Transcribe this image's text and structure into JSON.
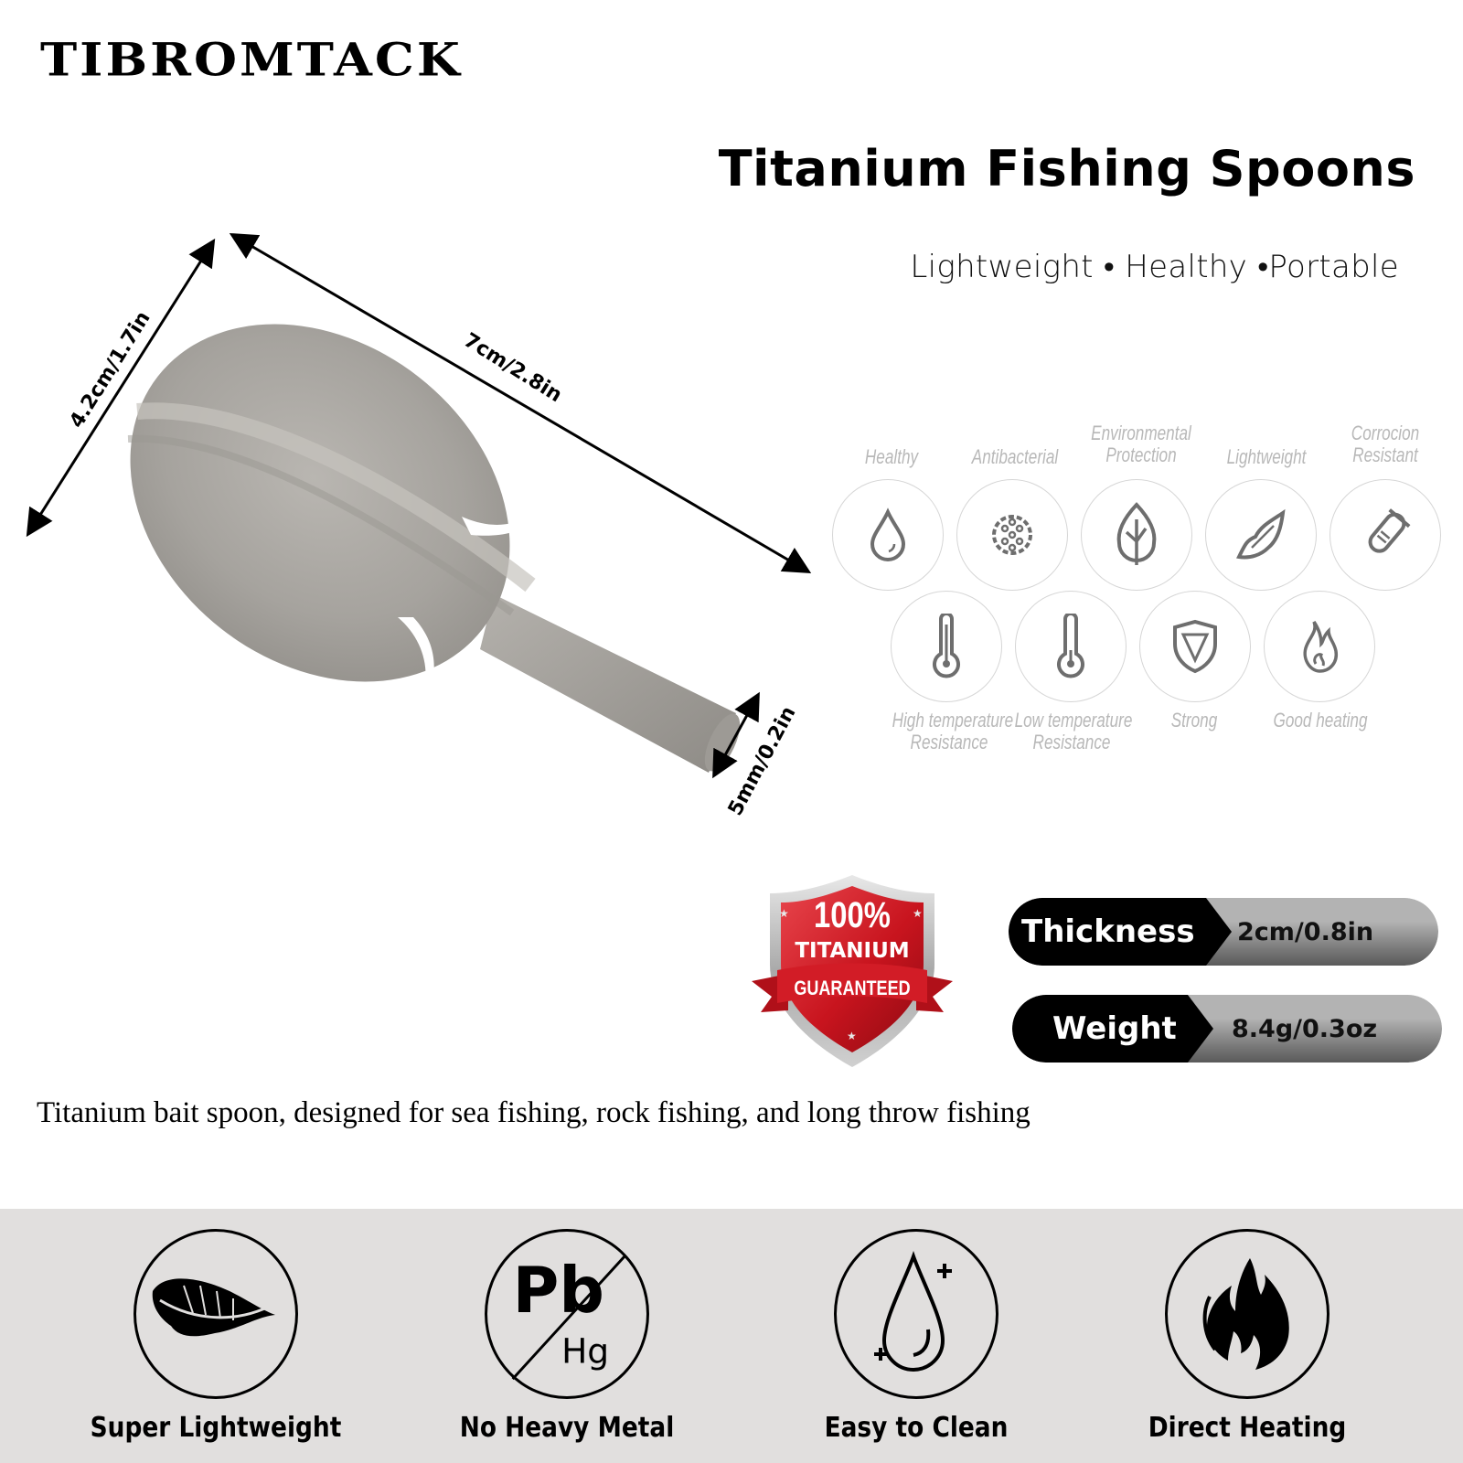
{
  "brand": {
    "name": "TIBROMTACK"
  },
  "header": {
    "title": "Titanium Fishing Spoons",
    "subtitle": "Lightweight • Healthy •Portable"
  },
  "product_image": {
    "dimensions": {
      "width": "4.2cm/1.7in",
      "length": "7cm/2.8in",
      "handle_diameter": "5mm/0.2in"
    },
    "colors": {
      "metal": "#a9a6a1",
      "metal_light": "#c9c6c1",
      "metal_dark": "#8e8b86"
    }
  },
  "features": {
    "row1": [
      {
        "label_line1": "Healthy",
        "label_line2": "",
        "icon": "water-drop-icon"
      },
      {
        "label_line1": "Antibacterial",
        "label_line2": "",
        "icon": "virus-icon"
      },
      {
        "label_line1": "Environmental",
        "label_line2": "Protection",
        "icon": "leaf-icon"
      },
      {
        "label_line1": "Lightweight",
        "label_line2": "",
        "icon": "feather-icon"
      },
      {
        "label_line1": "Corrocion",
        "label_line2": "Resistant",
        "icon": "test-tube-icon"
      }
    ],
    "row2": [
      {
        "label_line1": "High temperature",
        "label_line2": "Resistance",
        "icon": "thermometer-high-icon"
      },
      {
        "label_line1": "Low temperature",
        "label_line2": "Resistance",
        "icon": "thermometer-low-icon"
      },
      {
        "label_line1": "Strong",
        "label_line2": "",
        "icon": "shield-icon"
      },
      {
        "label_line1": "Good heating",
        "label_line2": "",
        "icon": "flame-icon"
      }
    ]
  },
  "badge": {
    "line1": "100%",
    "line2": "TITANIUM",
    "ribbon": "GUARANTEED",
    "colors": {
      "red": "#c8141e",
      "silver": "#c9c9c9"
    }
  },
  "specs": [
    {
      "label": "Thickness",
      "value": "2cm/0.8in"
    },
    {
      "label": "Weight",
      "value": "8.4g/0.3oz"
    }
  ],
  "description": "Titanium bait spoon, designed for sea fishing, rock fishing, and long throw fishing",
  "bottom_features": [
    {
      "label": "Super Lightweight",
      "icon": "feather-icon"
    },
    {
      "label": "No Heavy Metal",
      "icon": "no-lead-mercury-icon",
      "symbol_main": "Pb",
      "symbol_sub": "Hg"
    },
    {
      "label": "Easy to Clean",
      "icon": "water-drop-sparkle-icon"
    },
    {
      "label": "Direct Heating",
      "icon": "fire-icon"
    }
  ],
  "bottom_panel": {
    "background": "#e1dfde"
  }
}
